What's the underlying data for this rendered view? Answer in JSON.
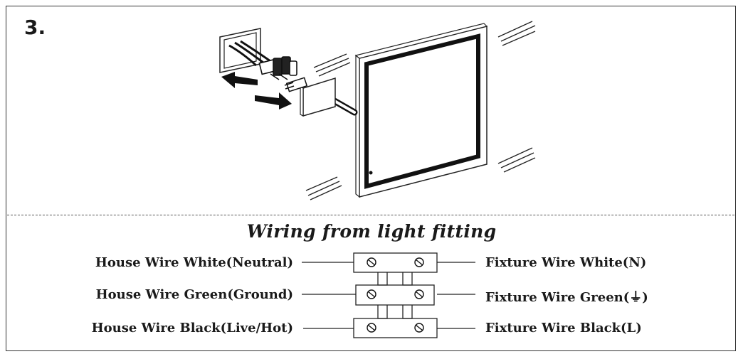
{
  "step": {
    "number": "3."
  },
  "wiring": {
    "title": "Wiring from light fitting",
    "rows": [
      {
        "house": "House Wire White(Neutral)",
        "fixture": "Fixture Wire White(N)"
      },
      {
        "house": "House Wire Green(Ground)",
        "fixture": "Fixture Wire Green(⏚)"
      },
      {
        "house": "House Wire Black(Live/Hot)",
        "fixture": "Fixture Wire Black(L)"
      }
    ]
  },
  "illustration": {
    "icons": [
      "wall-junction-box-icon",
      "wire-connector-icon",
      "mirror-mounting-plate-icon",
      "led-mirror-icon",
      "direction-arrow-icon",
      "terminal-screw-icon"
    ]
  }
}
